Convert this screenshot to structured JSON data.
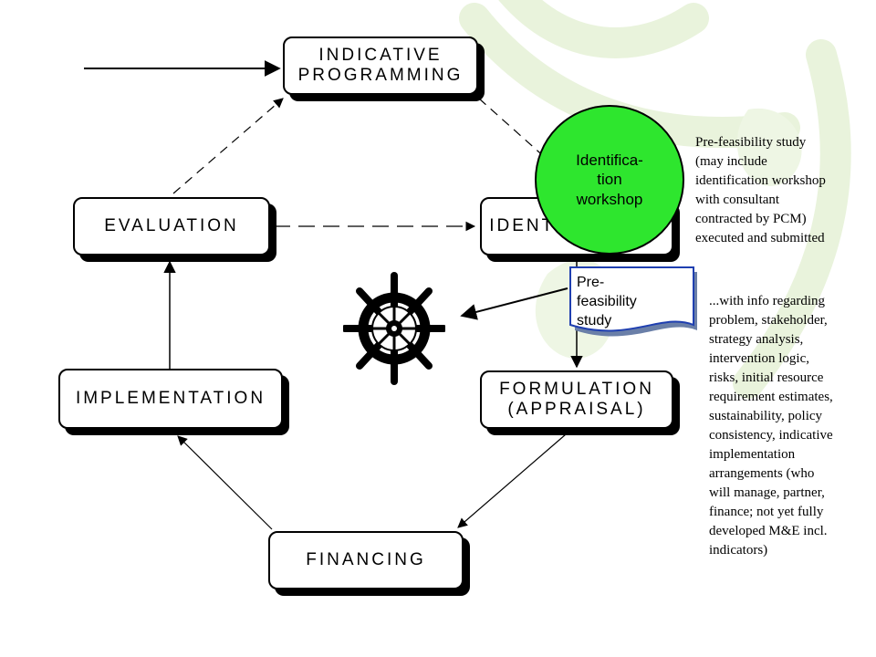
{
  "stages": {
    "indicative_programming": [
      "INDICATIVE",
      "PROGRAMMING"
    ],
    "evaluation": [
      "EVALUATION"
    ],
    "identification": [
      "IDENTIFICATION"
    ],
    "implementation": [
      "IMPLEMENTATION"
    ],
    "formulation": [
      "FORMULATION",
      "(APPRAISAL)"
    ],
    "financing": [
      "FINANCING"
    ]
  },
  "identification_workshop": [
    "Identifica-",
    "tion",
    "workshop"
  ],
  "prefeasibility_note": [
    "Pre-",
    "feasibility",
    "study"
  ],
  "side_text_1": "Pre-feasibility study\n(may include\nidentification workshop\nwith consultant\ncontracted by PCM)\nexecuted and submitted",
  "side_text_2": "...with info regarding\nproblem, stakeholder,\nstrategy analysis,\nintervention logic,\nrisks, initial resource\nrequirement estimates,\nsustainability,  policy\nconsistency, indicative\nimplementation\narrangements (who\nwill manage, partner,\nfinance; not yet fully\ndeveloped M&E incl.\nindicators)",
  "colors": {
    "workshop_fill": "#2ee62e",
    "note_border": "#1f3fb0",
    "watermark": "#e9f3dc"
  },
  "icons": [
    "ships-wheel-icon"
  ]
}
